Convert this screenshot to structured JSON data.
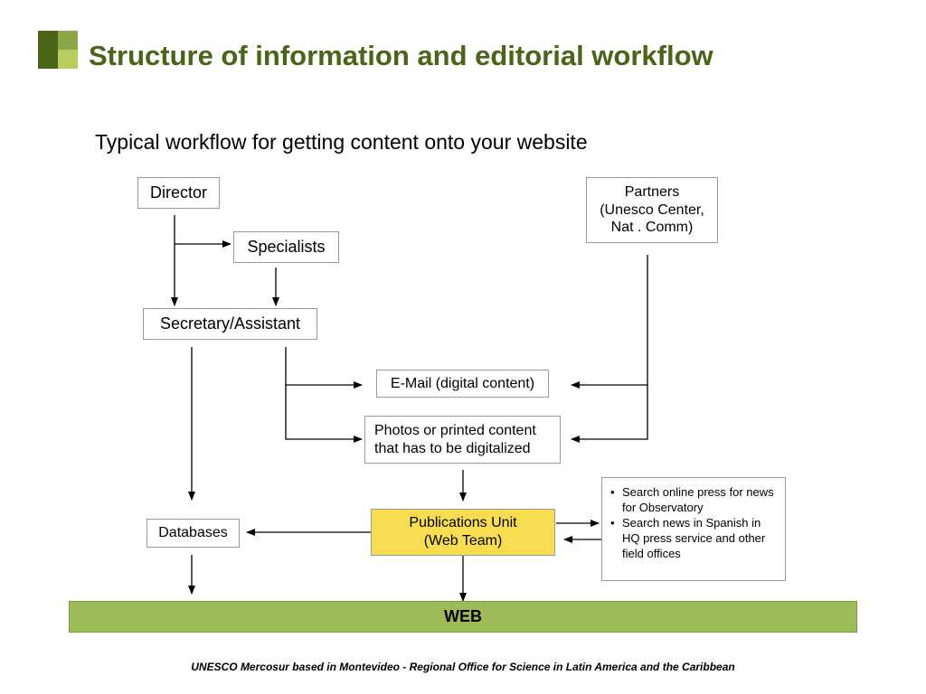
{
  "title": "Structure of information and editorial workflow",
  "subtitle": "Typical workflow for getting content onto your website",
  "nodes": {
    "director": "Director",
    "specialists": "Specialists",
    "secretary": "Secretary/Assistant",
    "partners": "Partners\n(Unesco Center,\nNat . Comm)",
    "email": "E-Mail (digital content)",
    "photos": "Photos or printed content\nthat has to be digitalized",
    "databases": "Databases",
    "publications": "Publications Unit\n(Web Team)",
    "web": "WEB"
  },
  "notes": [
    "Search online press for news for Observatory",
    "Search news in Spanish in HQ press service and other field offices"
  ],
  "footer": "UNESCO Mercosur based in Montevideo - Regional Office for Science in Latin America and the Caribbean",
  "colors": {
    "title": "#4a6418",
    "highlight": "#f8dc51",
    "web_bar": "#9dbb59"
  }
}
